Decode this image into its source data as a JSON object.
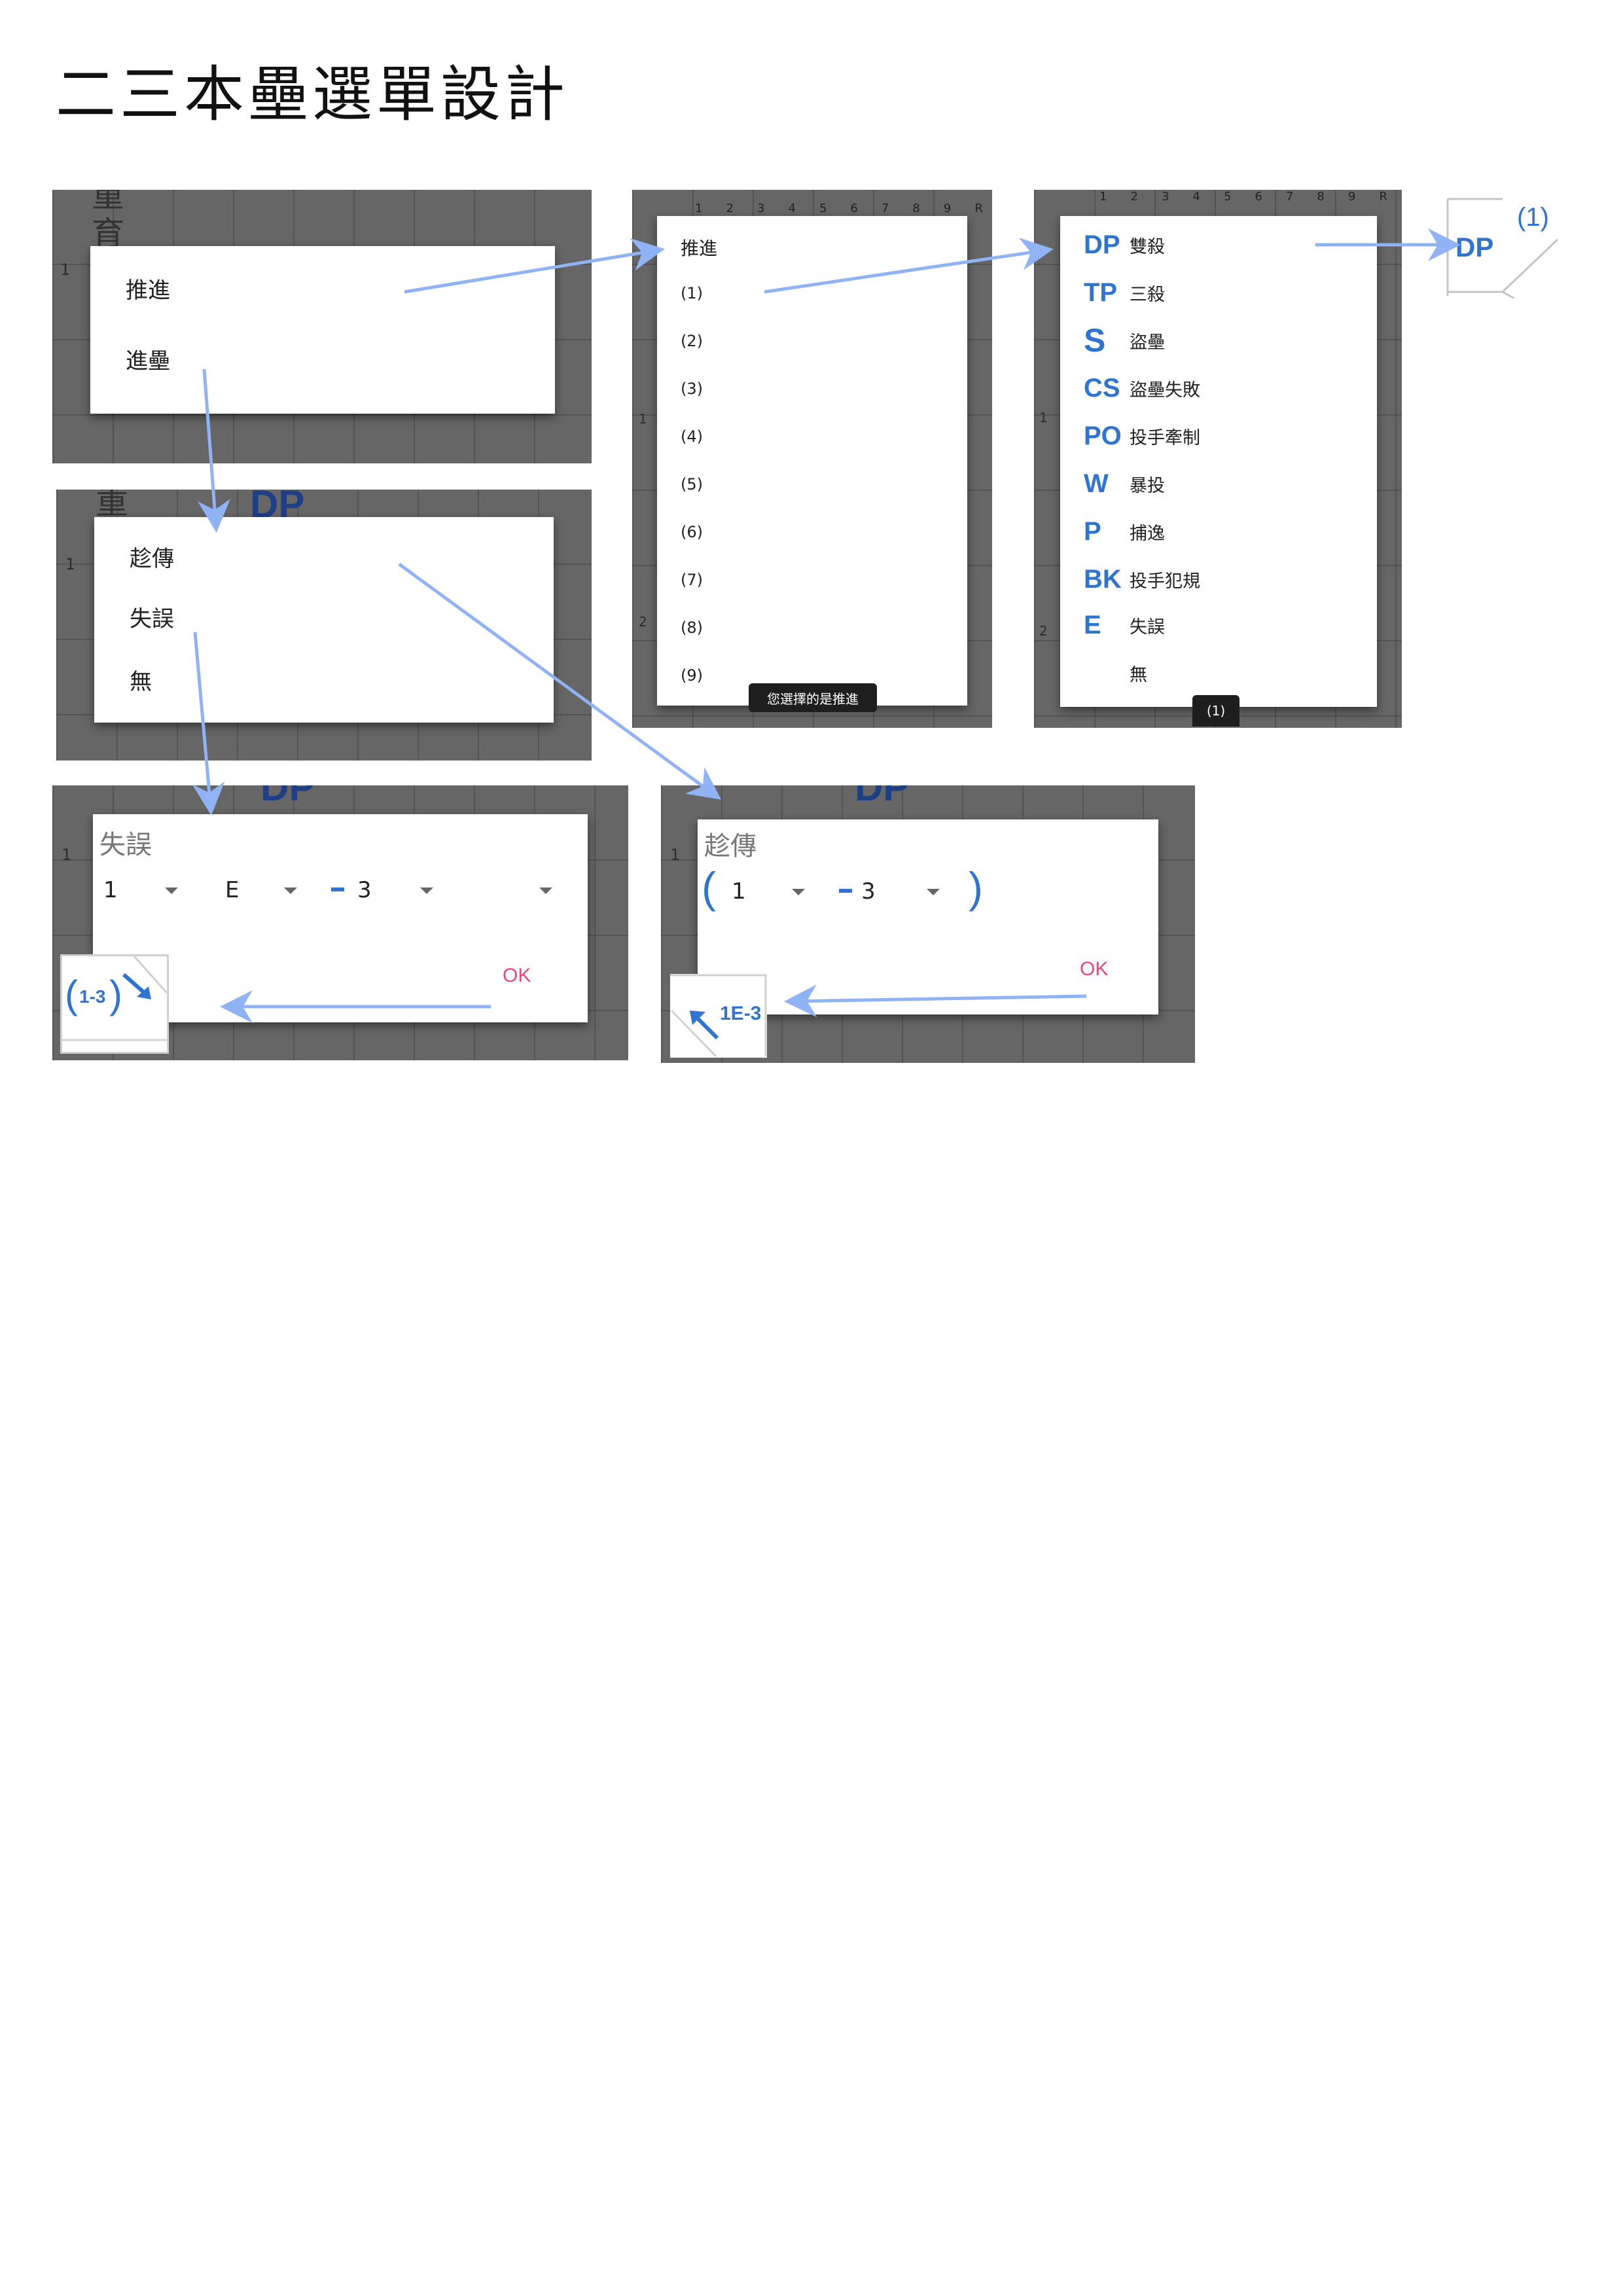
{
  "page": {
    "title": "二三本壘選單設計"
  },
  "background": {
    "team_fragment": "重\n育",
    "row_1": "1",
    "row_2": "2",
    "dp": "DP"
  },
  "menu1": {
    "items": [
      "推進",
      "進壘"
    ]
  },
  "menu2": {
    "items": [
      "趁傳",
      "失誤",
      "無"
    ]
  },
  "inning_header": {
    "numbers": [
      "1",
      "2",
      "3",
      "4",
      "5",
      "6",
      "7",
      "8",
      "9",
      "R"
    ]
  },
  "menu3": {
    "header": "推進",
    "items": [
      "(1)",
      "(2)",
      "(3)",
      "(4)",
      "(5)",
      "(6)",
      "(7)",
      "(8)",
      "(9)"
    ],
    "toast": "您選擇的是推進"
  },
  "menu4": {
    "items": [
      {
        "code": "DP",
        "desc": "雙殺"
      },
      {
        "code": "TP",
        "desc": "三殺"
      },
      {
        "code": "S",
        "desc": "盜壘"
      },
      {
        "code": "CS",
        "desc": "盜壘失敗"
      },
      {
        "code": "PO",
        "desc": "投手牽制"
      },
      {
        "code": "W",
        "desc": "暴投"
      },
      {
        "code": "P",
        "desc": "捕逸"
      },
      {
        "code": "BK",
        "desc": "投手犯規"
      },
      {
        "code": "E",
        "desc": "失誤"
      },
      {
        "code": "",
        "desc": "無"
      }
    ],
    "toast": "(1)"
  },
  "result_dp": {
    "number": "(1)",
    "code": "DP"
  },
  "dialog_error": {
    "title": "失誤",
    "select1": "1",
    "select2": "E",
    "select3": "3",
    "select4": "",
    "ok": "OK",
    "result": "(1-3)",
    "result_paren_open": "(",
    "result_paren_close": ")",
    "result_inner": "1-3"
  },
  "dialog_throw": {
    "title": "趁傳",
    "paren_open": "(",
    "paren_close": ")",
    "select1": "1",
    "select2": "3",
    "ok": "OK",
    "result": "1E-3"
  },
  "colors": {
    "accent_blue": "#2f74d0",
    "arrow": "#8fb3f5",
    "ok_pink": "#e8457a",
    "screen_gray": "#666666"
  }
}
